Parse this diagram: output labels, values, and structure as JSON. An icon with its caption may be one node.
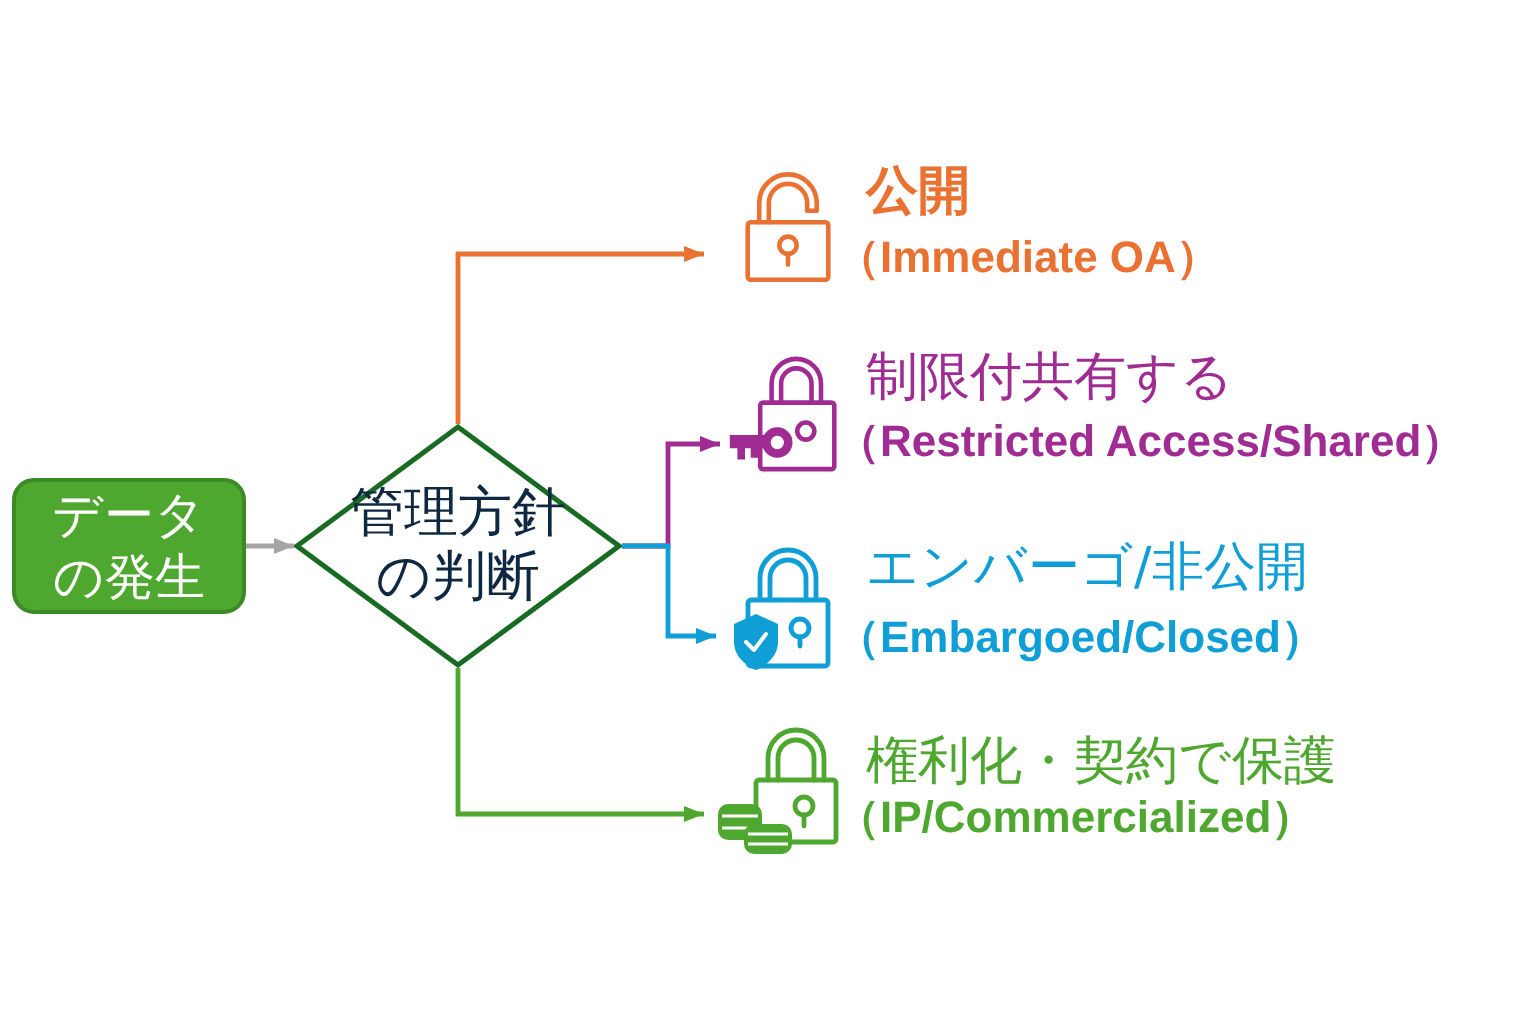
{
  "diagram": {
    "nodes": [
      {
        "text": [
          "データの発生"
        ]
      },
      {
        "text": [
          "管理方針の判断"
        ]
      },
      {
        "text": [
          "公開",
          "（Immediate OA）"
        ]
      },
      {
        "text": [
          "制限付共有する",
          "（Restricted Access/Shared）"
        ]
      },
      {
        "text": [
          "エンバーゴ/非公開",
          "（Embargoed/Closed）"
        ]
      },
      {
        "text": [
          "権利化・契約で保護",
          "（IP/Commercialized）"
        ]
      }
    ],
    "edges": [
      {
        "from": 0,
        "to": 1,
        "arrow": "to",
        "color": "#a5a5a5"
      },
      {
        "from": 1,
        "to": 2,
        "arrow": "to",
        "color": "#e97132"
      },
      {
        "from": 1,
        "to": 3,
        "arrow": "to",
        "color": "#a02b93"
      },
      {
        "from": 1,
        "to": 4,
        "arrow": "to",
        "color": "#0f9ed5"
      },
      {
        "from": 1,
        "to": 5,
        "arrow": "to",
        "color": "#4ea72e"
      }
    ]
  }
}
